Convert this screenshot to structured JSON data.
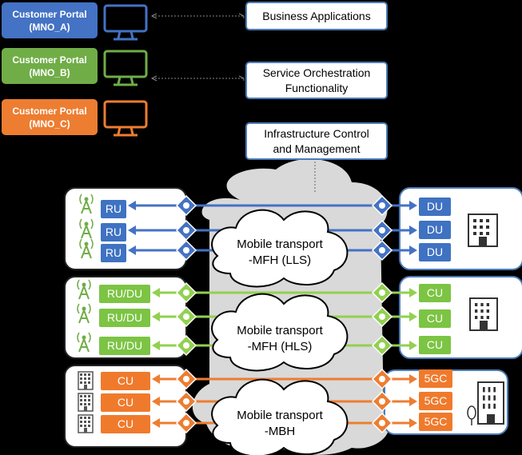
{
  "portals": [
    {
      "line1": "Customer Portal",
      "line2": "(MNO_A)",
      "color": "#4472c4"
    },
    {
      "line1": "Customer Portal",
      "line2": "(MNO_B)",
      "color": "#70ad47"
    },
    {
      "line1": "Customer Portal",
      "line2": "(MNO_C)",
      "color": "#ed7d31"
    }
  ],
  "layers": {
    "business": "Business Applications",
    "orchestration_line1": "Service Orchestration",
    "orchestration_line2": "Functionality",
    "infra_line1": "Infrastructure Control",
    "infra_line2": "and Management"
  },
  "segments": [
    {
      "cloud_line1": "Mobile transport",
      "cloud_line2": "-MFH (LLS)",
      "left_labels": [
        "RU",
        "RU",
        "RU"
      ],
      "right_labels": [
        "DU",
        "DU",
        "DU"
      ],
      "color": "#4472c4"
    },
    {
      "cloud_line1": "Mobile transport",
      "cloud_line2": "-MFH (HLS)",
      "left_labels": [
        "RU/DU",
        "RU/DU",
        "RU/DU"
      ],
      "right_labels": [
        "CU",
        "CU",
        "CU"
      ],
      "color": "#92d050"
    },
    {
      "cloud_line1": "Mobile transport",
      "cloud_line2": "-MBH",
      "left_labels": [
        "CU",
        "CU",
        "CU"
      ],
      "right_labels": [
        "5GC",
        "5GC",
        "5GC"
      ],
      "color": "#ed7d31"
    }
  ],
  "icons": {
    "monitor": "monitor-icon",
    "antenna": "antenna-tower-icon",
    "building": "office-building-icon",
    "router": "network-node-icon",
    "cloud": "cloud-icon"
  }
}
